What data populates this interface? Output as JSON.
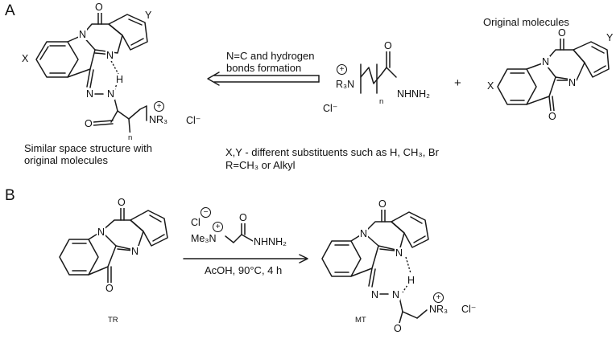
{
  "panel_a": {
    "label": "A",
    "original_molecules_caption": "Original molecules",
    "similar_caption_line1": "Similar space structure with",
    "similar_caption_line2": "original molecules",
    "arrow_label_line1": "N=C and hydrogen",
    "arrow_label_line2": "bonds formation",
    "substituents_note": "X,Y - different substituents such as H, CH₃, Br",
    "r_definition": "R=CH₃ or Alkyl",
    "plus_sign": "+",
    "reagent": {
      "r3n": "R₃N",
      "chloride": "Cl⁻",
      "n_index": "n",
      "hydrazide": "NHNH₂"
    },
    "product_labels": {
      "x": "X",
      "y": "Y",
      "imine_n": "N",
      "ring_n": "N",
      "h": "H",
      "hydrazone_n1": "N",
      "hydrazone_n2": "N",
      "nr3": "NR₃",
      "chloride": "Cl⁻",
      "n_index": "n",
      "o_top": "O",
      "o_amide": "O"
    },
    "original_labels": {
      "x": "X",
      "y": "Y",
      "n1": "N",
      "n2": "N",
      "o1": "O",
      "o2": "O"
    }
  },
  "panel_b": {
    "label": "B",
    "condition_chloride": "Cl",
    "condition_reagent_me3n": "Me₃N",
    "condition_reagent_hydrazide": "NHNH₂",
    "condition_text": "AcOH, 90°C, 4 h",
    "tr_name": "TR",
    "mt_name": "MT",
    "mt_nr3": "NR₃",
    "mt_chloride": "Cl⁻",
    "mt_h": "H"
  },
  "charges": {
    "positive": "+",
    "negative": "−"
  }
}
